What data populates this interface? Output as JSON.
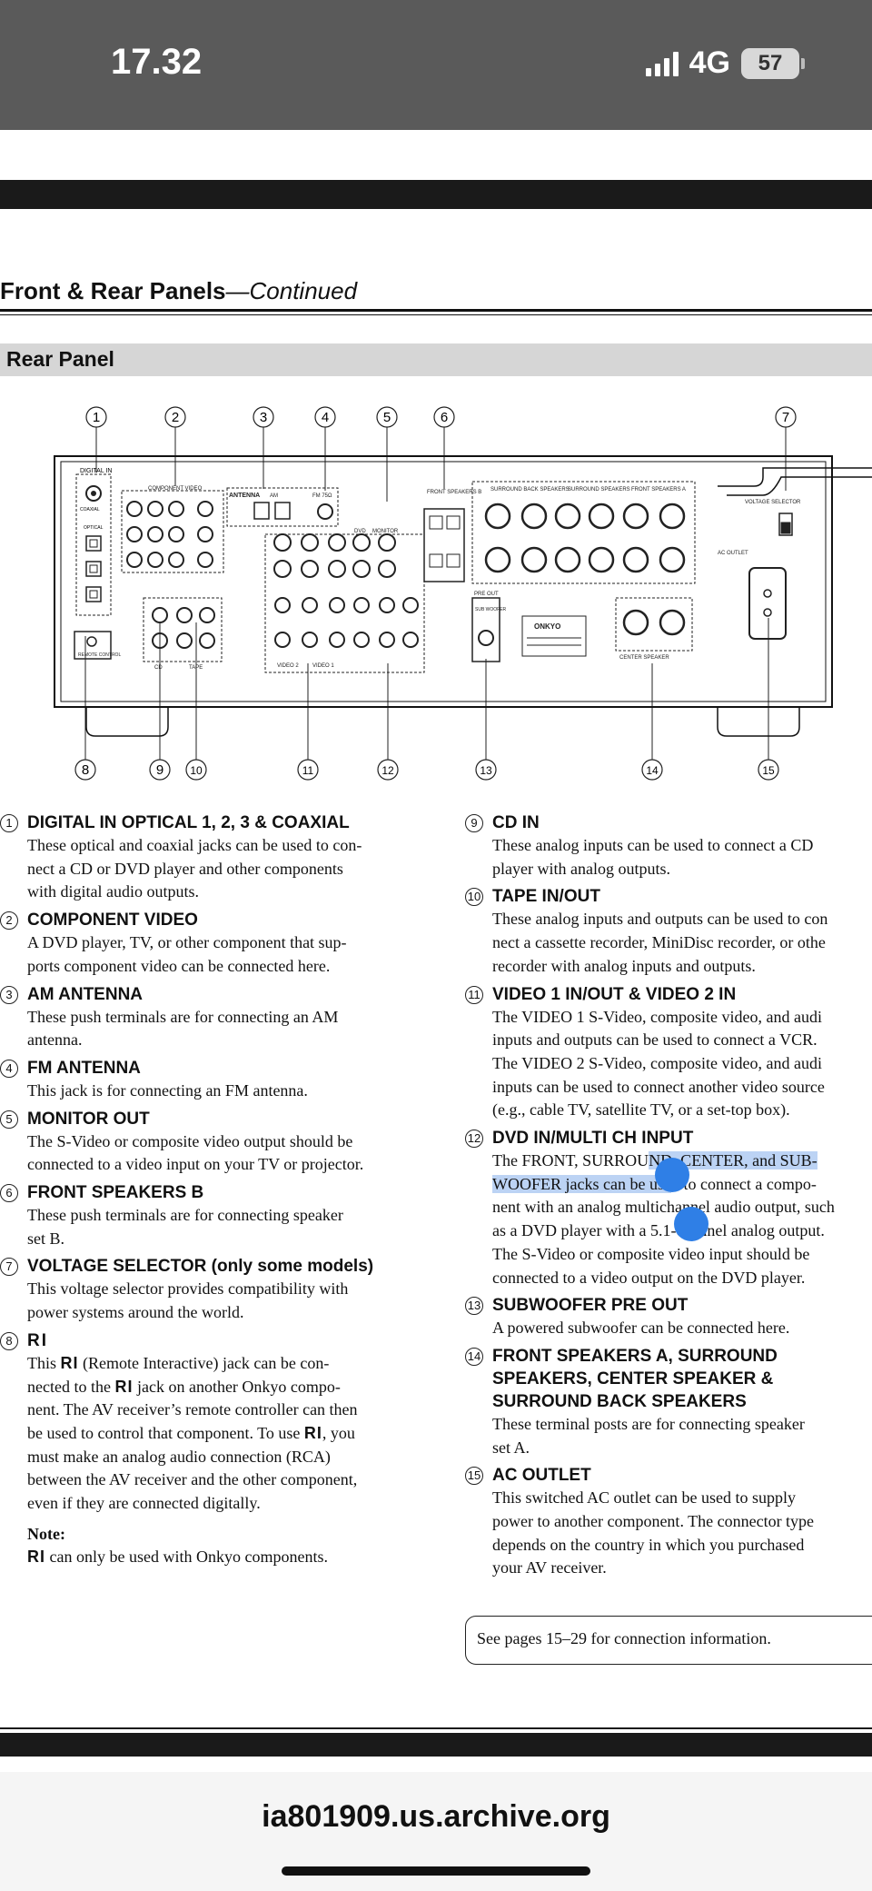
{
  "status": {
    "time": "17.32",
    "network": "4G",
    "battery": "57"
  },
  "header": {
    "title_bold": "Front & Rear Panels",
    "title_italic": "—Continued"
  },
  "section": "Rear Panel",
  "callouts": [
    "1",
    "2",
    "3",
    "4",
    "5",
    "6",
    "7",
    "8",
    "9",
    "10",
    "11",
    "12",
    "13",
    "14",
    "15"
  ],
  "diagram_labels": {
    "digital_in": "DIGITAL IN",
    "coaxial": "COAXIAL",
    "optical": "OPTICAL",
    "component_video": "COMPONENT VIDEO",
    "antenna": "ANTENNA",
    "am": "AM",
    "fm": "FM 75Ω",
    "monitor": "MONITOR",
    "dvd": "DVD",
    "front_speakers_b": "FRONT SPEAKERS B",
    "surround_back": "SURROUND BACK SPEAKERS",
    "surround": "SURROUND SPEAKERS",
    "front_a": "FRONT SPEAKERS A",
    "voltage": "VOLTAGE SELECTOR",
    "ac_outlet": "AC OUTLET",
    "cd": "CD",
    "tape": "TAPE",
    "video1": "VIDEO 1",
    "video2": "VIDEO 2",
    "pre_out": "PRE OUT",
    "sub": "SUB WOOFER",
    "center_speaker": "CENTER SPEAKER",
    "brand": "ONKYO",
    "remote": "REMOTE CONTROL"
  },
  "left_items": [
    {
      "num": "1",
      "title": "DIGITAL IN OPTICAL 1, 2, 3 & COAXIAL",
      "body": "These optical and coaxial jacks can be used to con-\nnect a CD or DVD player and other components\nwith digital audio outputs."
    },
    {
      "num": "2",
      "title": "COMPONENT VIDEO",
      "body": "A DVD player, TV, or other component that sup-\nports component video can be connected here."
    },
    {
      "num": "3",
      "title": "AM ANTENNA",
      "body": "These push terminals are for connecting an AM\nantenna."
    },
    {
      "num": "4",
      "title": "FM ANTENNA",
      "body": "This jack is for connecting an FM antenna."
    },
    {
      "num": "5",
      "title": "MONITOR OUT",
      "body": "The S-Video or composite video output should be\nconnected to a video input on your TV or projector."
    },
    {
      "num": "6",
      "title": "FRONT SPEAKERS B",
      "body": "These push terminals are for connecting speaker\nset B."
    },
    {
      "num": "7",
      "title": "VOLTAGE SELECTOR (only some models)",
      "body": "This voltage selector provides compatibility with\npower systems around the world."
    }
  ],
  "ri_item": {
    "num": "8",
    "title": "RI",
    "body_1": "This ",
    "body_2": " (Remote Interactive) jack can be con-\nnected to the ",
    "body_3": " jack on another Onkyo compo-\nnent. The AV receiver’s remote controller can then\nbe used to control that component. To use ",
    "body_4": ", you\nmust make an analog audio connection (RCA)\nbetween the AV receiver and the other component,\neven if they are connected digitally.",
    "ri": "RI",
    "note_title": "Note:",
    "note_body": " can only be used with Onkyo components."
  },
  "right_items": [
    {
      "num": "9",
      "title": "CD IN",
      "body": "These analog inputs can be used to connect a CD\nplayer with analog outputs."
    },
    {
      "num": "10",
      "title": "TAPE IN/OUT",
      "body": "These analog inputs and outputs can be used to con\nnect a cassette recorder, MiniDisc recorder, or othe\nrecorder with analog inputs and outputs."
    },
    {
      "num": "11",
      "title": "VIDEO 1 IN/OUT & VIDEO 2 IN",
      "body": "The VIDEO 1 S-Video, composite video, and audi\ninputs and outputs can be used to connect a VCR.\nThe VIDEO 2 S-Video, composite video, and audi\ninputs can be used to connect another video source\n(e.g., cable TV, satellite TV, or a set-top box)."
    }
  ],
  "dvd_item": {
    "num": "12",
    "title": "DVD IN/MULTI CH INPUT",
    "line1_a": "The FRONT, SURROU",
    "line1_b": "ND, CENTER, and SUB-",
    "line2_a": "WOOFER jacks can be use",
    "line2_b": "d to connect a compo-",
    "rest": "nent with an analog multichannel audio output, such\nas a DVD player with a 5.1-channel analog output.\nThe S-Video or composite video input should be\nconnected to a video output on the DVD player."
  },
  "right_items_2": [
    {
      "num": "13",
      "title": "SUBWOOFER PRE OUT",
      "body": "A powered subwoofer can be connected here."
    },
    {
      "num": "14",
      "title": "FRONT SPEAKERS A, SURROUND\nSPEAKERS, CENTER SPEAKER &\nSURROUND BACK SPEAKERS",
      "body": "These terminal posts are for connecting speaker\nset A."
    },
    {
      "num": "15",
      "title": "AC OUTLET",
      "body": "This switched AC outlet can be used to supply\npower to another component. The connector type\ndepends on the country in which you purchased\nyour AV receiver."
    }
  ],
  "see_pages": "See pages 15–29 for connection information.",
  "browser": {
    "url": "ia801909.us.archive.org"
  }
}
